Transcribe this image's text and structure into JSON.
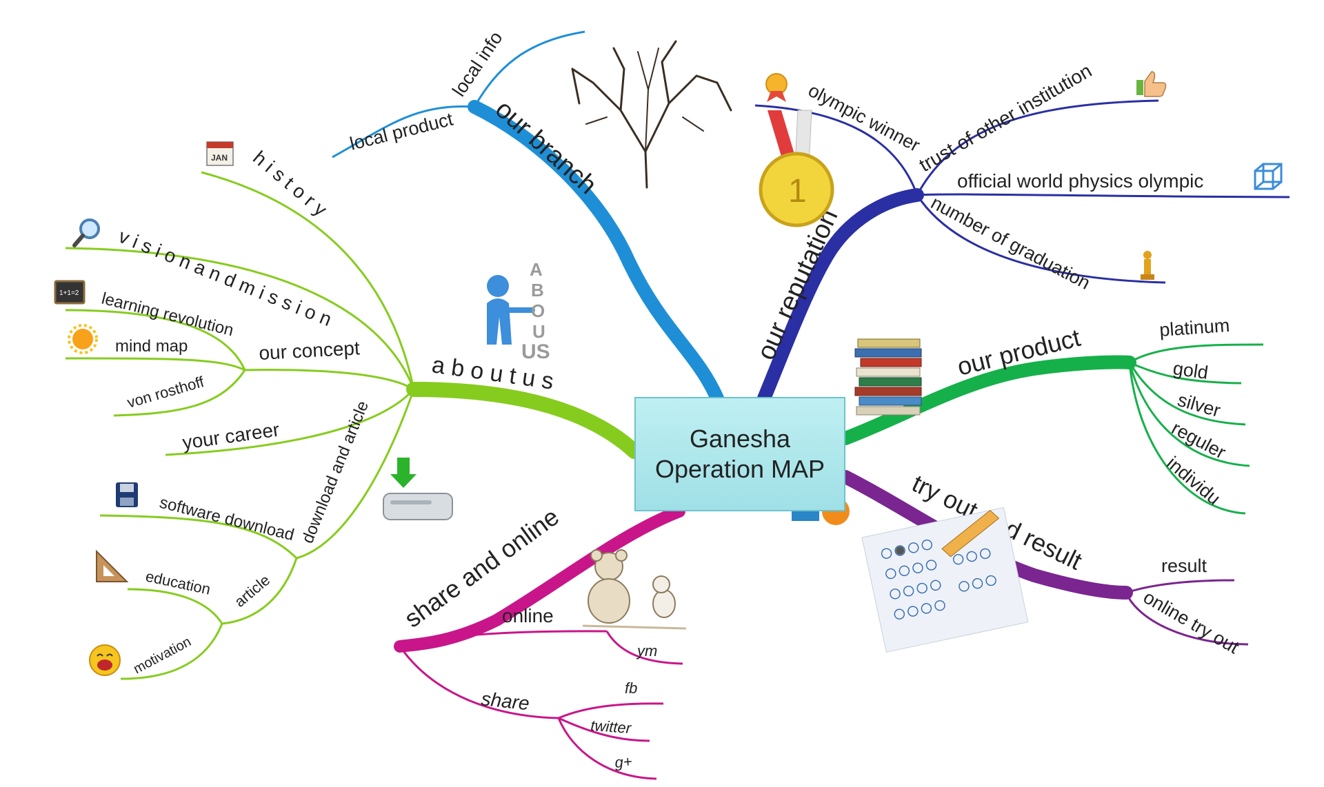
{
  "central": {
    "line1": "Ganesha",
    "line2": "Operation MAP"
  },
  "branches": {
    "our_branch": {
      "label": "our branch",
      "items": [
        "local product",
        "local info"
      ]
    },
    "our_reputation": {
      "label": "our reputation",
      "items": [
        "olympic winner",
        "trust of other institution",
        "official world physics olympic",
        "number of graduation"
      ]
    },
    "our_product": {
      "label": "our product",
      "items": [
        "platinum",
        "gold",
        "silver",
        "reguler",
        "individu"
      ]
    },
    "try_out": {
      "label": "try out and result",
      "items": [
        "result",
        "online try out"
      ]
    },
    "share_online": {
      "label": "share and online",
      "online": {
        "label": "online",
        "items": [
          "ym"
        ]
      },
      "share": {
        "label": "share",
        "items": [
          "fb",
          "twitter",
          "g+"
        ]
      }
    },
    "about_us": {
      "label": "a b o u t   u s",
      "history": "h    i    s    t    o    r    y",
      "vision": "v i s i o n   a n d   m i s s i o n",
      "our_concept": {
        "label": "our concept",
        "items": [
          "learning revolution",
          "mind map",
          "von rosthoff"
        ]
      },
      "your_career": "your career",
      "download": {
        "label": "download and article",
        "software": "software download",
        "article": {
          "label": "article",
          "items": [
            "education",
            "motivation"
          ]
        }
      }
    }
  },
  "icons": {
    "calendar_text": "JAN",
    "chalkboard_text": "1+1=2",
    "medal_text": "1",
    "about_blocks": [
      "A",
      "B",
      "O",
      "U",
      "US"
    ]
  },
  "colors": {
    "branch": "#1e8fd6",
    "reputation": "#2a2fa3",
    "product": "#16b04a",
    "tryout": "#7a2590",
    "share": "#c8168a",
    "about": "#86cc1e"
  }
}
